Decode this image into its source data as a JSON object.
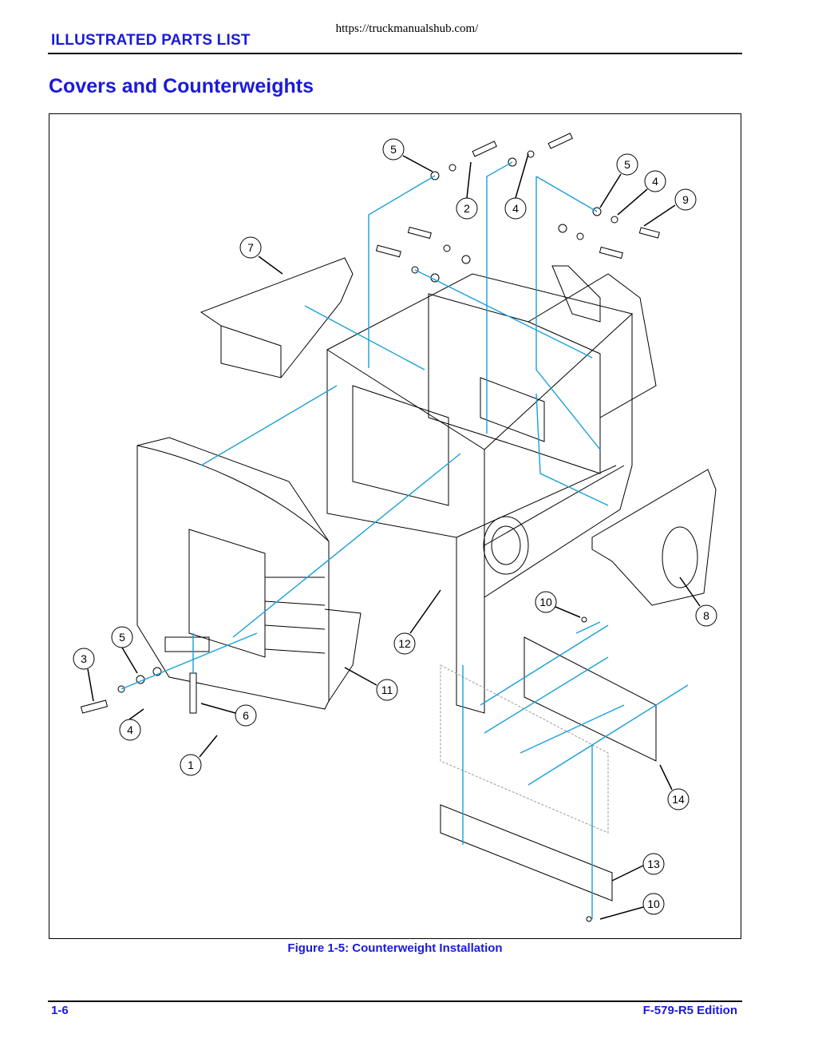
{
  "header": {
    "url": "https://truckmanualshub.com/",
    "section_label": "ILLUSTRATED PARTS LIST"
  },
  "page_title": "Covers and Counterweights",
  "figure": {
    "caption": "Figure 1-5:  Counterweight Installation",
    "callouts": [
      "5",
      "2",
      "4",
      "5",
      "4",
      "9",
      "7",
      "10",
      "8",
      "12",
      "5",
      "3",
      "11",
      "6",
      "4",
      "1",
      "14",
      "13",
      "10"
    ]
  },
  "footer": {
    "page_number": "1-6",
    "edition": "F-579-R5 Edition"
  },
  "colors": {
    "accent": "#1a1adb",
    "leader_line": "#1aa0d8"
  }
}
